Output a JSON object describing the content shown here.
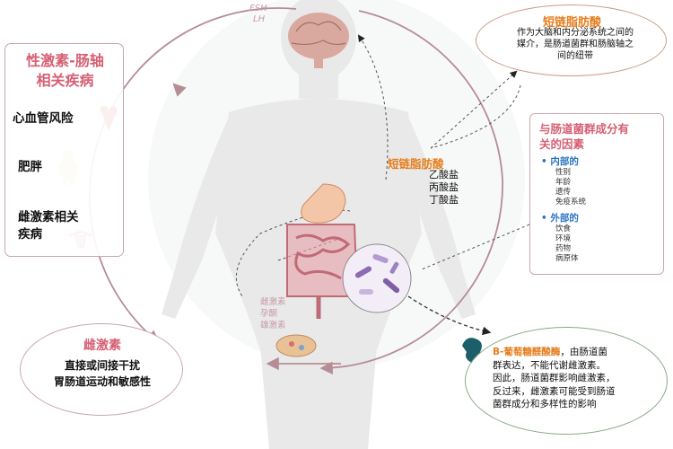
{
  "hormones_top": {
    "fsh": "FSH",
    "lh": "LH"
  },
  "left_panel": {
    "title_line1": "性激素-肠轴",
    "title_line2": "相关疾病",
    "items": [
      {
        "label": "心血管风险",
        "icon": "heart-icon"
      },
      {
        "label": "肥胖",
        "icon": "obese-figure-icon"
      },
      {
        "label_line1": "雌激素相关",
        "label_line2": "疾病",
        "icon": "uterus-icon"
      }
    ]
  },
  "scfa_panel": {
    "title": "短链脂肪酸",
    "desc_line1": "作为大脑和内分泌系统之间的",
    "desc_line2": "媒介，是肠道菌群和肠脑轴之",
    "desc_line3": "间的纽带"
  },
  "center_scfa": {
    "title": "短链脂肪酸",
    "items": [
      "乙酸盐",
      "丙酸盐",
      "丁酸盐"
    ]
  },
  "factor_panel": {
    "title_line1": "与肠道菌群成分有",
    "title_line2": "关的因素",
    "internal_label": "内部的",
    "internal_items": [
      "性别",
      "年龄",
      "遗传",
      "免疫系统"
    ],
    "external_label": "外部的",
    "external_items": [
      "饮食",
      "环境",
      "药物",
      "病原体"
    ]
  },
  "estrogen_panel": {
    "title": "雌激素",
    "line1": "直接或间接干扰",
    "line2": "胃肠道运动和敏感性"
  },
  "ovary_labels": [
    "雌激素",
    "孕酮",
    "雄激素"
  ],
  "bglu_panel": {
    "line1": "B-葡萄糖醛酸酶，由肠道菌",
    "line2": "群表达，不能代谢雌激素。",
    "line3": "因此，肠道菌群影响雌激素，",
    "line4": "反过来，雌激素可能受到肠道",
    "line5": "菌群成分和多样性的影响"
  },
  "colors": {
    "pink_title": "#d65f73",
    "orange_title": "#e67d1c",
    "blue_head": "#2a74c4",
    "cycle_arrow": "#b68c96",
    "body": "#e7e7e7"
  }
}
